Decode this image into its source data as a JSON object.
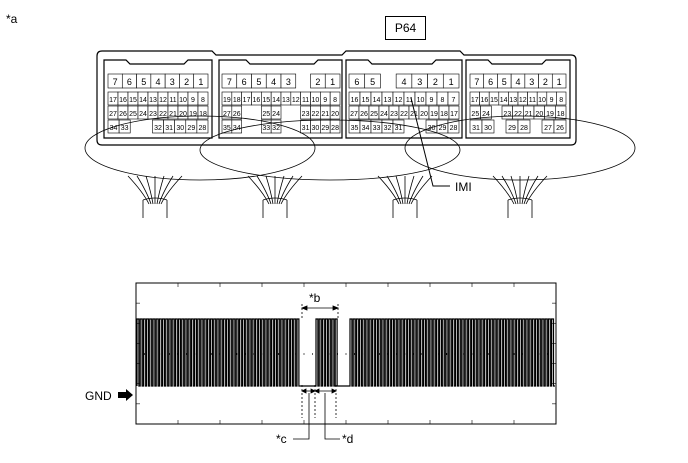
{
  "figure_label": "*a",
  "connector": {
    "id": "P64",
    "blocks": [
      {
        "rows": [
          [
            "7",
            "6",
            "5",
            "4",
            "3",
            "2",
            "1"
          ],
          [
            "17",
            "16",
            "15",
            "14",
            "13",
            "12",
            "11",
            "10",
            "9",
            "8"
          ],
          [
            "27",
            "26",
            "25",
            "24",
            "23",
            "22",
            "21",
            "20",
            "19",
            "18"
          ],
          [
            "34",
            "33",
            "",
            "",
            "32",
            "31",
            "30",
            "29",
            "28"
          ]
        ]
      },
      {
        "rows": [
          [
            "7",
            "6",
            "5",
            "4",
            "3",
            "",
            "2",
            "1"
          ],
          [
            "19",
            "18",
            "17",
            "16",
            "15",
            "14",
            "13",
            "12",
            "11",
            "10",
            "9",
            "8"
          ],
          [
            "27",
            "26",
            "",
            "",
            "25",
            "24",
            "",
            "",
            "23",
            "22",
            "21",
            "20"
          ],
          [
            "35",
            "34",
            "",
            "",
            "33",
            "32",
            "",
            "",
            "31",
            "30",
            "29",
            "28"
          ]
        ]
      },
      {
        "rows": [
          [
            "6",
            "5",
            "",
            "4",
            "3",
            "2",
            "1"
          ],
          [
            "16",
            "15",
            "14",
            "13",
            "12",
            "11",
            "10",
            "9",
            "8",
            "7"
          ],
          [
            "27",
            "26",
            "25",
            "24",
            "23",
            "22",
            "21",
            "20",
            "19",
            "18",
            "17"
          ],
          [
            "35",
            "34",
            "33",
            "32",
            "31",
            "",
            "",
            "30",
            "29",
            "28"
          ]
        ]
      },
      {
        "rows": [
          [
            "7",
            "6",
            "5",
            "4",
            "3",
            "2",
            "1"
          ],
          [
            "17",
            "16",
            "15",
            "14",
            "13",
            "12",
            "11",
            "10",
            "9",
            "8"
          ],
          [
            "25",
            "24",
            "",
            "23",
            "22",
            "21",
            "20",
            "19",
            "18"
          ],
          [
            "31",
            "30",
            "",
            "29",
            "28",
            "",
            "27",
            "26"
          ]
        ]
      }
    ],
    "pin_label": "IMI"
  },
  "waveform": {
    "ground_label": "GND",
    "callouts": [
      "*b",
      "*c",
      "*d"
    ]
  }
}
